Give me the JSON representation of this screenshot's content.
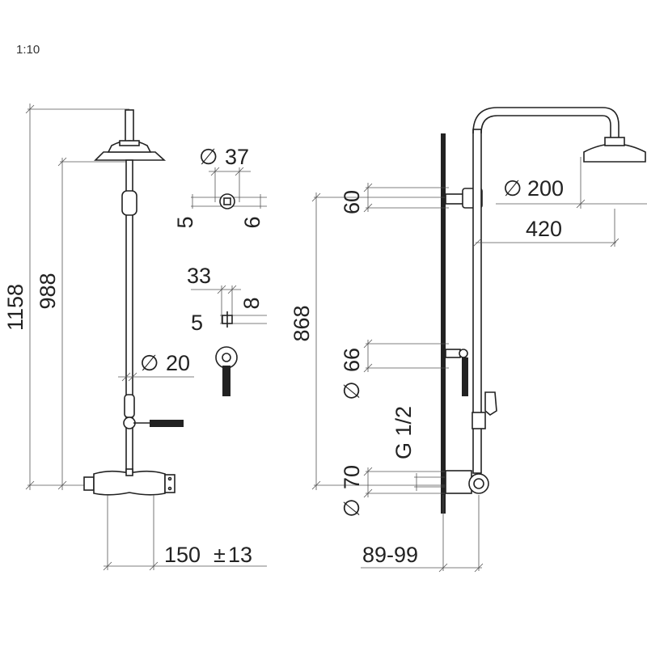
{
  "drawing": {
    "scale": "1:10",
    "front": {
      "height_total": "1158",
      "height_head": "988",
      "bar_diameter": "20",
      "width": "150",
      "width_tol": "13"
    },
    "details": {
      "escutcheon_diameter": "37",
      "top_a": "5",
      "top_b": "6",
      "width_33": "33",
      "depth_8": "8",
      "depth_5": "5"
    },
    "side": {
      "bracket_60": "60",
      "mounting_868": "868",
      "holder_66": "66",
      "connection_70": "70",
      "thread": "G 1/2",
      "head_diameter": "200",
      "arm_reach": "420",
      "wall_depth": "89-99"
    },
    "symbols": {
      "diameter": "∅",
      "plus_minus": "±"
    }
  }
}
